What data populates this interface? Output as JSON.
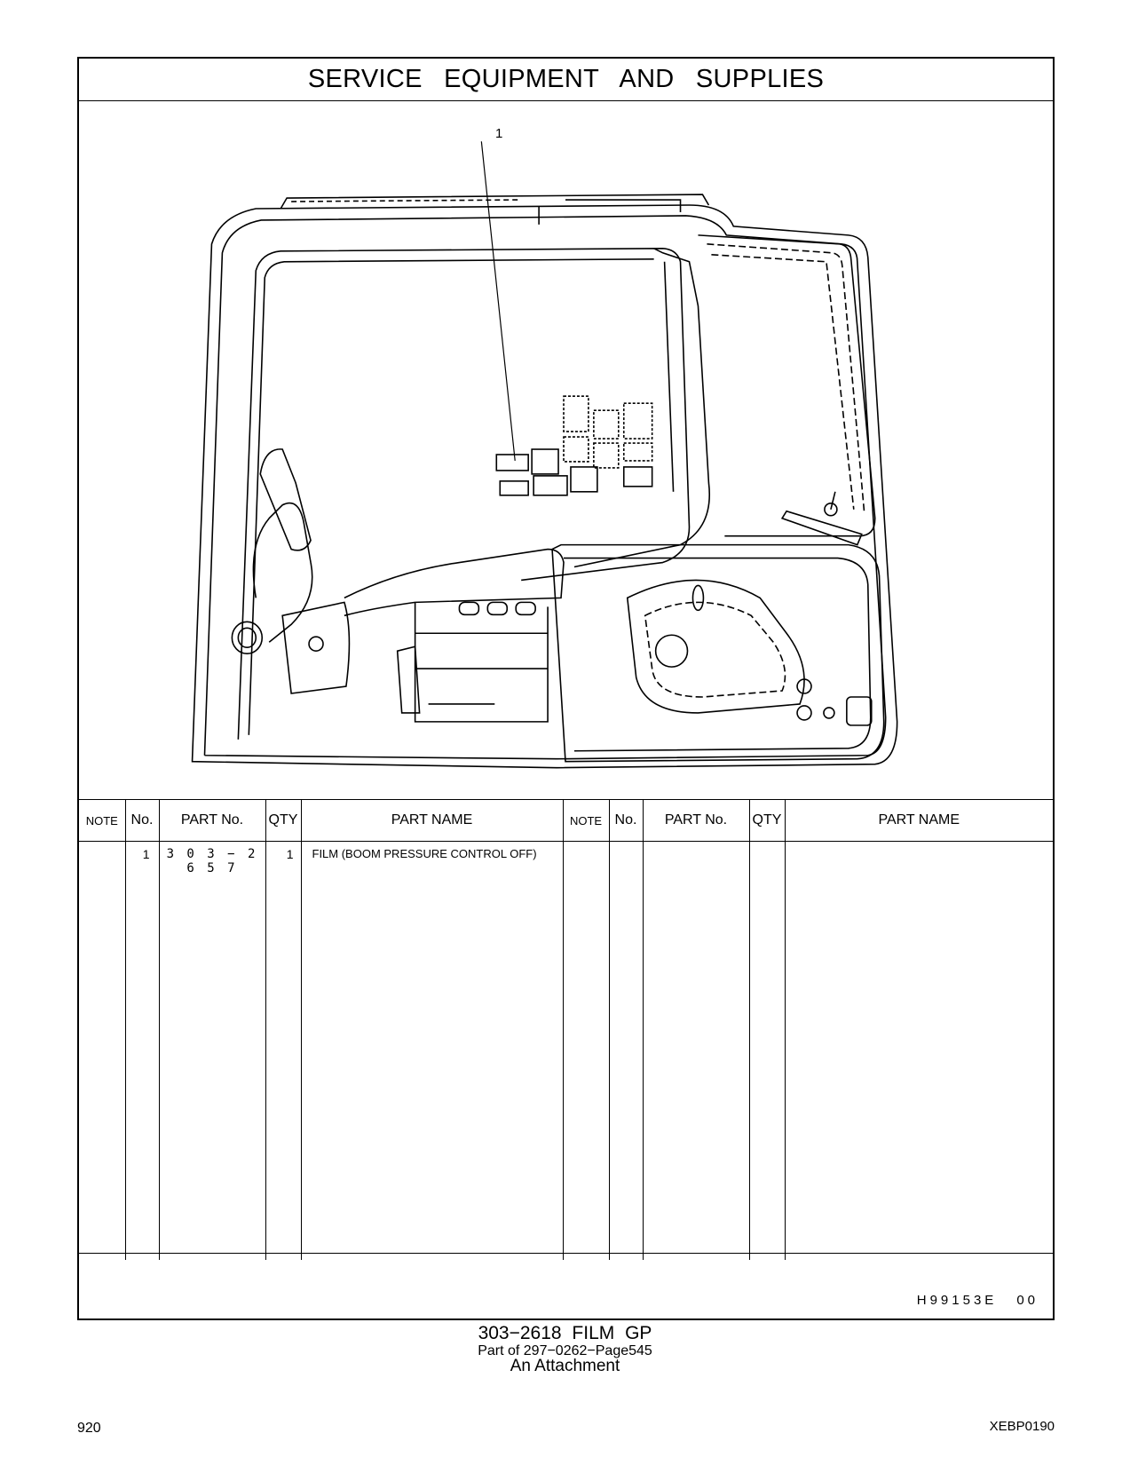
{
  "header": {
    "title": "SERVICE  EQUIPMENT  AND  SUPPLIES"
  },
  "illustration": {
    "callout_label": "1"
  },
  "table": {
    "columns": [
      "NOTE",
      "No.",
      "PART No.",
      "QTY",
      "PART NAME",
      "NOTE",
      "No.",
      "PART No.",
      "QTY",
      "PART NAME"
    ],
    "rows": [
      {
        "note": "",
        "no": "1",
        "part_no": "3 0 3 − 2 6 5 7",
        "qty": "1",
        "part_name": "FILM (BOOM PRESSURE CONTROL OFF)"
      }
    ]
  },
  "drawing_code": {
    "number": "H99153E",
    "revision": "00"
  },
  "caption": {
    "group": "303−2618  FILM  GP",
    "part_of": "Part of 297−0262−Page545",
    "attachment": "An Attachment"
  },
  "footer": {
    "page_number": "920",
    "doc_code": "XEBP0190"
  }
}
